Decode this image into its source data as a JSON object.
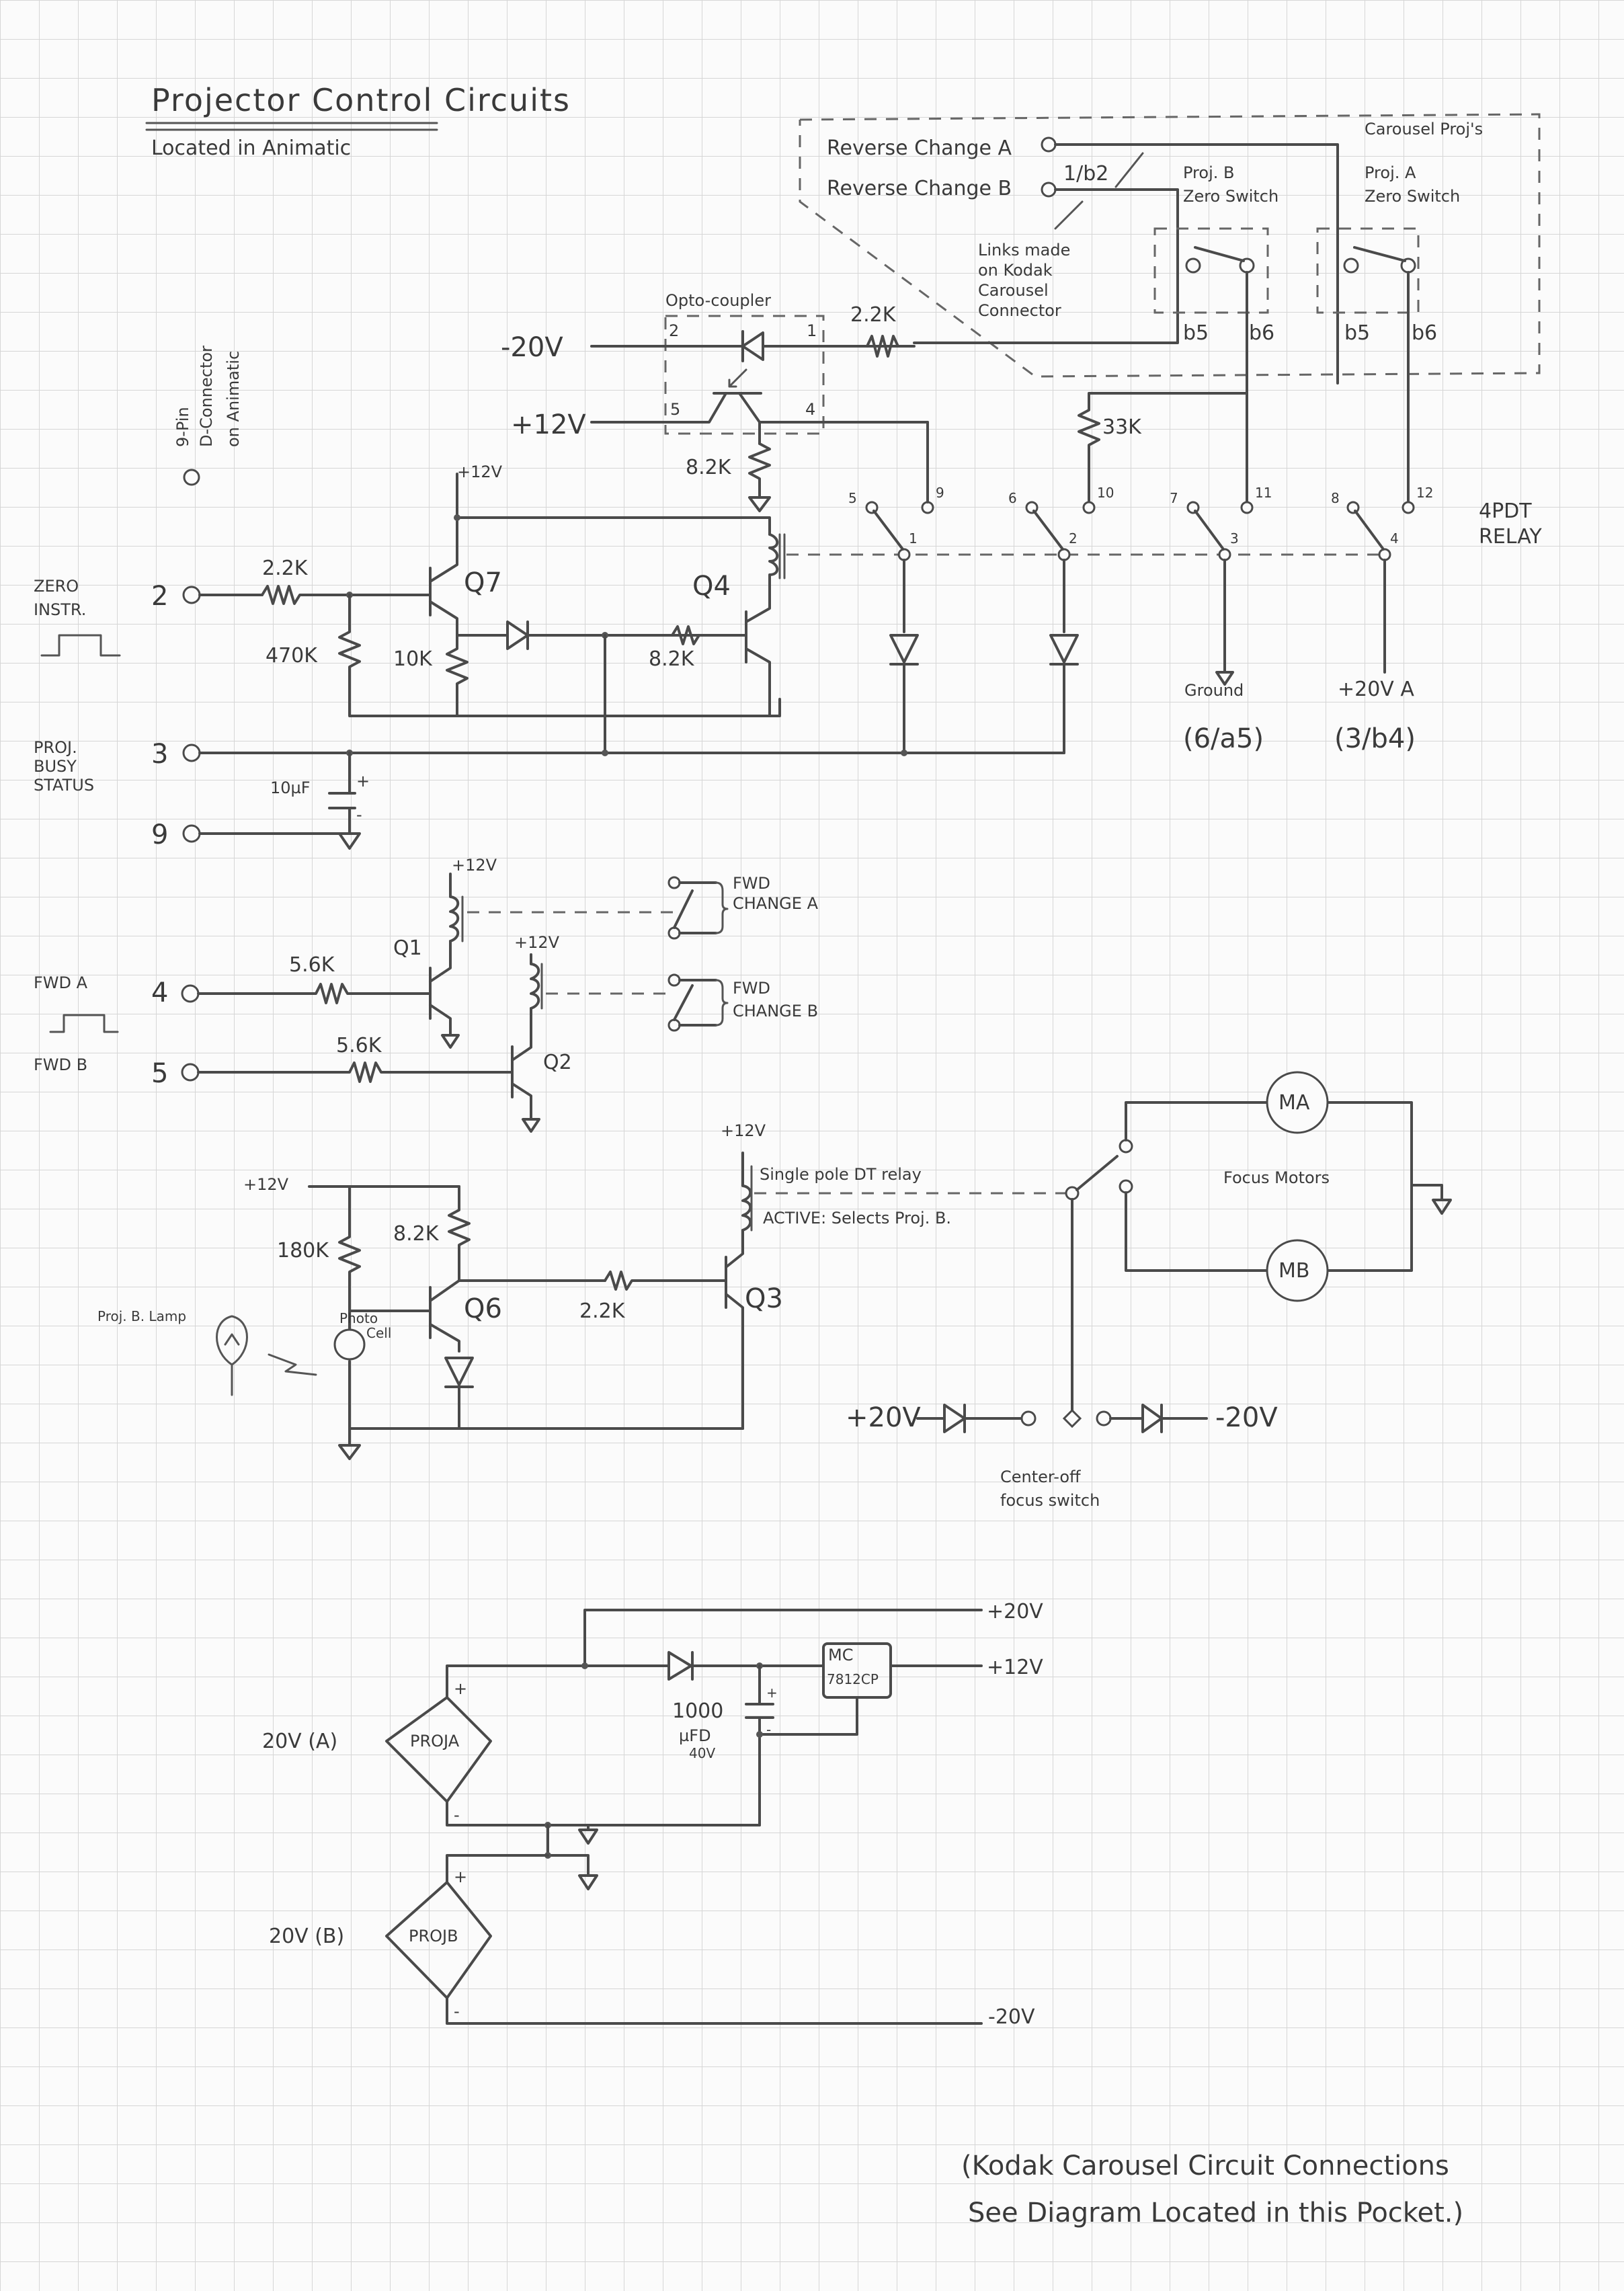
{
  "header": {
    "title": "Projector Control Circuits",
    "subtitle": "Located in Animatic"
  },
  "connector": {
    "label_line1": "9-Pin",
    "label_line2": "D-Connector",
    "label_line3": "on Animatic",
    "pins": {
      "p2": "2",
      "p3": "3",
      "p9": "9",
      "p4": "4",
      "p5": "5"
    }
  },
  "signals": {
    "zero_instr": [
      "ZERO",
      "INSTR."
    ],
    "proj_busy": [
      "PROJ.",
      "BUSY",
      "STATUS"
    ],
    "fwd_a": "FWD A",
    "fwd_b": "FWD B"
  },
  "carousel": {
    "box_label": "Carousel Proj's",
    "reverse_a": "Reverse Change A",
    "reverse_b": "Reverse Change B",
    "link_label": "1/b2",
    "links_note": [
      "Links made",
      "on Kodak",
      "Carousel",
      "Connector"
    ],
    "proj_b_switch": [
      "Proj. B",
      "Zero Switch"
    ],
    "proj_a_switch": [
      "Proj. A",
      "Zero Switch"
    ],
    "b5": "b5",
    "b6": "b6"
  },
  "optocoupler": {
    "label": "Opto-coupler",
    "pin1": "1",
    "pin2": "2",
    "pin4": "4",
    "pin5": "5",
    "neg20": "-20V",
    "pos12": "+12V"
  },
  "components": {
    "r_opto": "2.2K",
    "r_opto_em": "8.2K",
    "r_33k": "33K",
    "r_in_zero": "2.2K",
    "r_470k": "470K",
    "r_10k": "10K",
    "r_q4b": "8.2K",
    "q7": "Q7",
    "q4": "Q4",
    "cap_10uf": "10µF",
    "cap_plus": "+",
    "cap_minus": "-",
    "v12_top": "+12V",
    "r_fwd_a": "5.6K",
    "r_fwd_b": "5.6K",
    "q1": "Q1",
    "q2": "Q2",
    "v12_q1": "+12V",
    "v12_q2": "+12V",
    "fwd_change_a": [
      "FWD",
      "CHANGE A"
    ],
    "fwd_change_b": [
      "FWD",
      "CHANGE B"
    ],
    "v12_lamp": "+12V",
    "v12_q3": "+12V",
    "r_180k": "180K",
    "r_q6c": "8.2K",
    "r_q3b": "2.2K",
    "q6": "Q6",
    "q3": "Q3",
    "lamp": "Proj. B. Lamp",
    "photocell": [
      "Photo",
      "Cell"
    ],
    "spdt_note1": "Single pole DT relay",
    "spdt_note2": "ACTIVE: Selects Proj. B."
  },
  "relay_4pdt": {
    "label": [
      "4PDT",
      "RELAY"
    ],
    "nc": [
      "5",
      "6",
      "7",
      "8"
    ],
    "no": [
      "9",
      "10",
      "11",
      "12"
    ],
    "com": [
      "1",
      "2",
      "3",
      "4"
    ],
    "ground": "Ground",
    "ground_pin": "(6/a5)",
    "v20a": "+20V A",
    "v20a_pin": "(3/b4)"
  },
  "focus": {
    "ma": "MA",
    "mb": "MB",
    "label": "Focus Motors",
    "pos20": "+20V",
    "neg20": "-20V",
    "switch_note": [
      "Center-off",
      "focus switch"
    ]
  },
  "power": {
    "in_a": "20V (A)",
    "in_b": "20V (B)",
    "bridge_a": "PROJA",
    "bridge_b": "PROJB",
    "plus": "+",
    "minus": "-",
    "out_20": "+20V",
    "out_12": "+12V",
    "out_neg20": "-20V",
    "cap": [
      "1000",
      "µFD",
      "40V"
    ],
    "reg": [
      "MC",
      "7812CP"
    ]
  },
  "footer": {
    "line1": "(Kodak Carousel Circuit Connections",
    "line2": "See Diagram Located in this Pocket.)"
  }
}
